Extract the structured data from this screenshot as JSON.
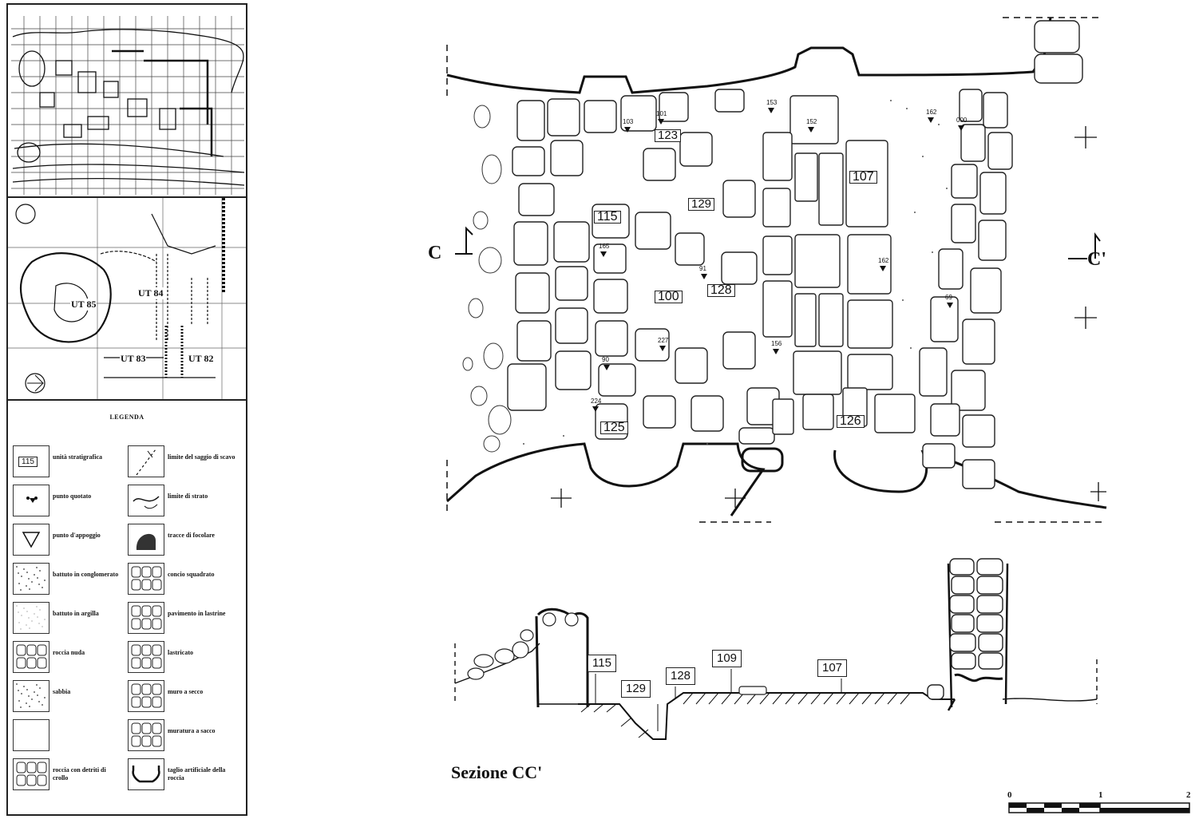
{
  "keyplan": {
    "ut_labels": [
      "UT 84",
      "UT 85",
      "UT 83",
      "UT 82"
    ]
  },
  "legend": {
    "title": "LEGENDA",
    "items": [
      {
        "label": "unità stratigrafica",
        "icon": "unit-box-icon",
        "sample": "115"
      },
      {
        "label": "limite del saggio di scavo",
        "icon": "excavation-limit-icon"
      },
      {
        "label": "punto quotato",
        "icon": "spot-height-icon"
      },
      {
        "label": "limite di strato",
        "icon": "layer-limit-icon"
      },
      {
        "label": "punto d'appoggio",
        "icon": "support-point-triangle-icon"
      },
      {
        "label": "tracce di focolare",
        "icon": "hearth-traces-icon"
      },
      {
        "label": "battuto in conglomerato",
        "icon": "conglomerate-floor-icon"
      },
      {
        "label": "concio squadrato",
        "icon": "squared-ashlar-icon"
      },
      {
        "label": "battuto in argilla",
        "icon": "clay-floor-icon"
      },
      {
        "label": "pavimento in lastrine",
        "icon": "slab-pavement-icon"
      },
      {
        "label": "roccia nuda",
        "icon": "bare-rock-icon"
      },
      {
        "label": "lastricato",
        "icon": "paving-icon"
      },
      {
        "label": "sabbia",
        "icon": "sand-icon"
      },
      {
        "label": "muro a secco",
        "icon": "dry-wall-icon"
      },
      {
        "label": "",
        "icon": "empty-icon"
      },
      {
        "label": "muratura a sacco",
        "icon": "rubble-masonry-icon"
      },
      {
        "label": "roccia con detriti di crollo",
        "icon": "rock-collapse-debris-icon"
      },
      {
        "label": "taglio artificiale della roccia",
        "icon": "rock-cut-icon"
      }
    ]
  },
  "plan": {
    "section_left": "C",
    "section_right": "C'",
    "unit_labels": [
      "107",
      "115",
      "128",
      "100",
      "125",
      "126",
      "129",
      "123"
    ],
    "spot_heights": [
      "103",
      "101",
      "153",
      "152",
      "162",
      "000",
      "165",
      "91",
      "162",
      "69",
      "156",
      "227",
      "90",
      "224"
    ]
  },
  "section": {
    "title": "Sezione CC'",
    "labels": [
      "115",
      "129",
      "128",
      "109",
      "107"
    ]
  },
  "scale": {
    "ticks": [
      "0",
      "1",
      "2"
    ]
  }
}
